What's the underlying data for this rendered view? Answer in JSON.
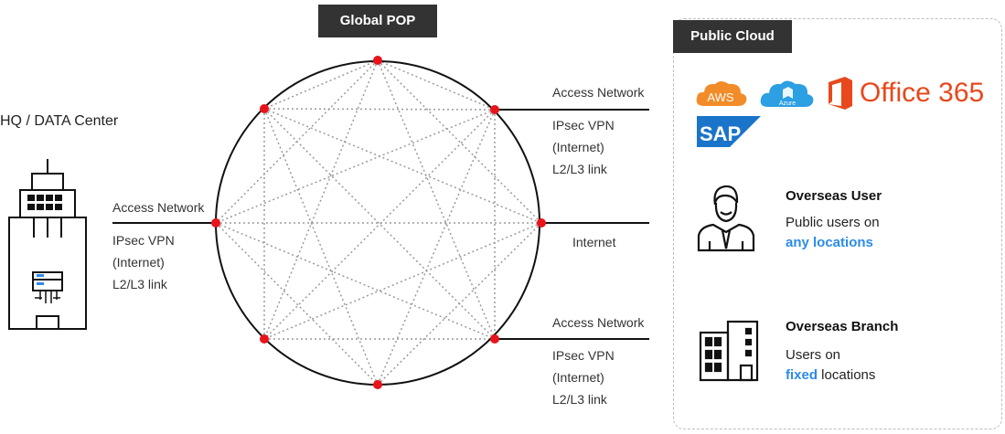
{
  "global_pop": "Global POP",
  "hq_title": "HQ / DATA Center",
  "left_link": {
    "network": "Access Network",
    "line1": "IPsec VPN",
    "line2": "(Internet)",
    "line3": "L2/L3 link"
  },
  "top_right_link": {
    "network": "Access Network",
    "line1": "IPsec VPN",
    "line2": "(Internet)",
    "line3": "L2/L3 link"
  },
  "mid_right_link": {
    "network": "Internet"
  },
  "bottom_right_link": {
    "network": "Access Network",
    "line1": "IPsec VPN",
    "line2": "(Internet)",
    "line3": "L2/L3 link"
  },
  "public_cloud": {
    "title": "Public Cloud",
    "logos": {
      "aws": "AWS",
      "azure": "Azure",
      "office": "Office 365",
      "sap": "SAP"
    }
  },
  "overseas_user": {
    "title": "Overseas User",
    "desc_line1": "Public users on",
    "desc_accent": "any locations"
  },
  "overseas_branch": {
    "title": "Overseas Branch",
    "desc_line1": "Users on",
    "desc_accent": "fixed",
    "desc_rest": " locations"
  },
  "colors": {
    "node": "#e8131b",
    "accent": "#2b8be8",
    "tag_bg": "#333333",
    "aws": "#f28c28",
    "azure": "#2d9fe3",
    "office": "#e8481c",
    "sap": "#1a74c9"
  }
}
